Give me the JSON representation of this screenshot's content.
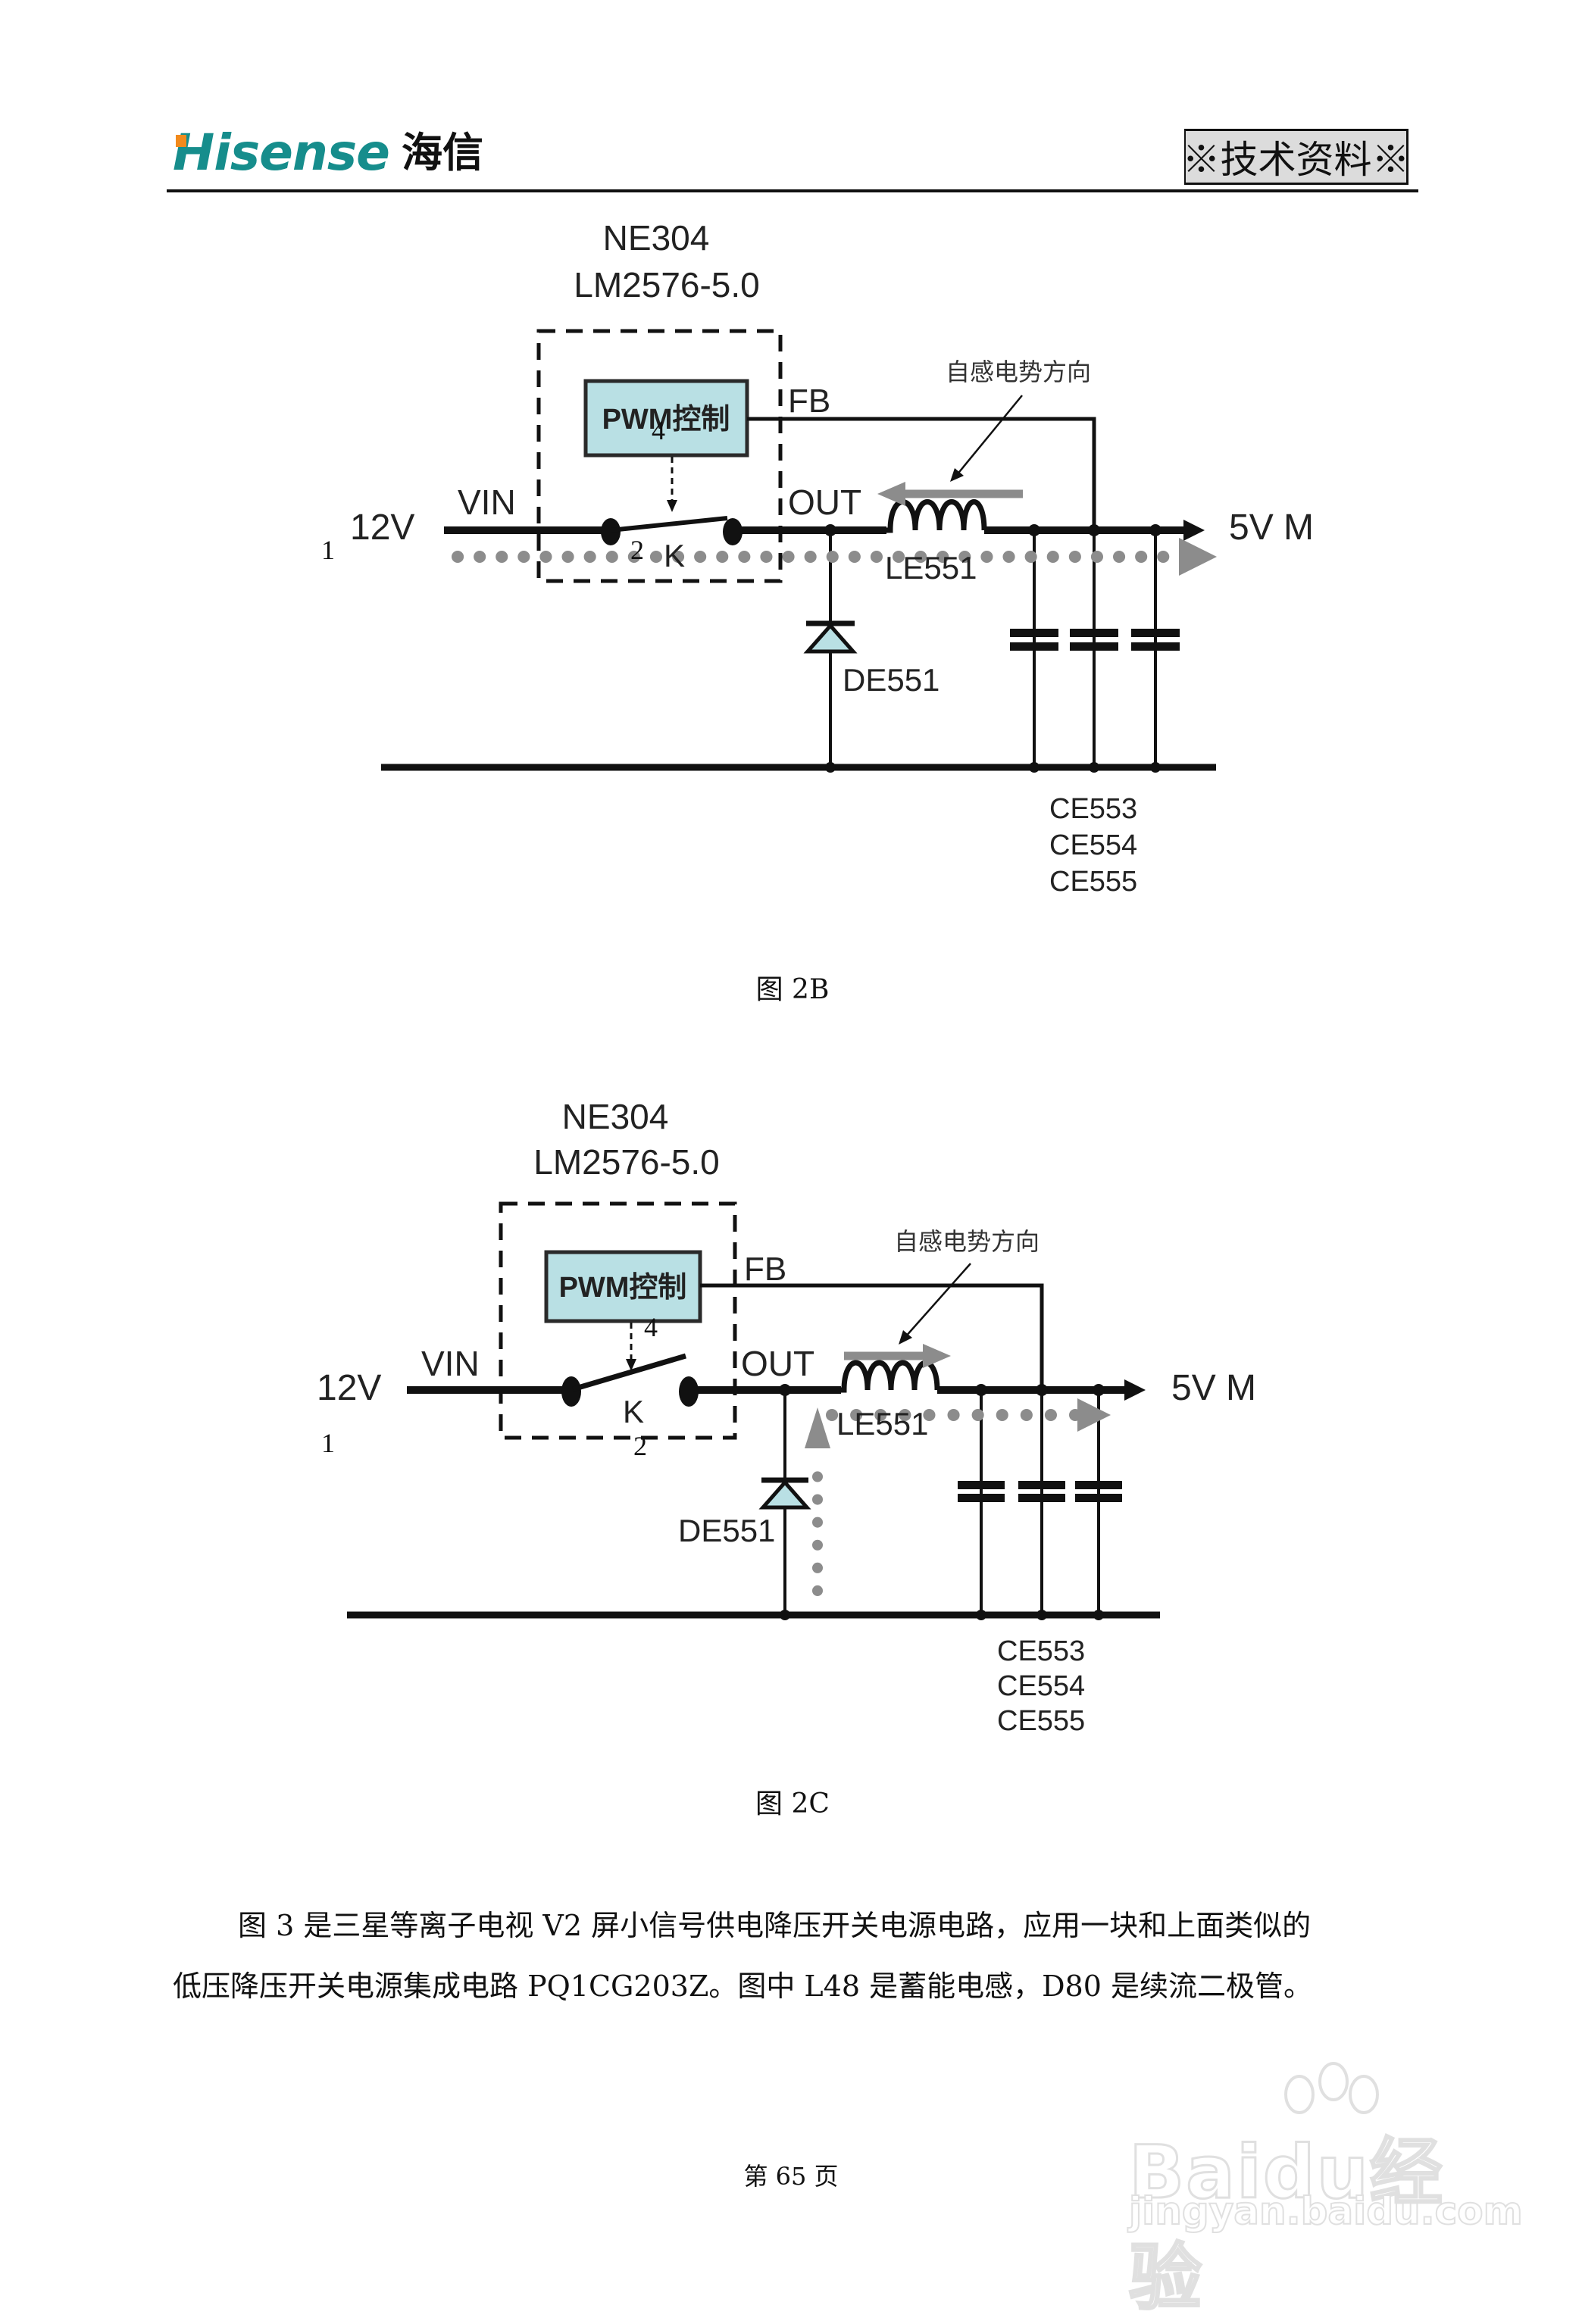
{
  "header": {
    "logo_en": "Hisense",
    "logo_cn": "海信",
    "badge": "※技术资料※",
    "colors": {
      "logo_teal": "#168d8c",
      "logo_orange": "#f28a1c",
      "badge_bg": "#dcdcdc"
    }
  },
  "figure_2b": {
    "chip_name": "NE304",
    "chip_model": "LM2576-5.0",
    "pwm_label": "PWM控制",
    "fb_label": "FB",
    "out_label": "OUT",
    "vin_label": "VIN",
    "input_voltage": "12V",
    "output_label": "5V M",
    "inductor": "LE551",
    "diode": "DE551",
    "switch_label": "K",
    "emf_direction": "自感电势方向",
    "pin_1": "1",
    "pin_2": "2",
    "pin_4": "4",
    "capacitors": [
      "CE553",
      "CE554",
      "CE555"
    ],
    "switch_state": "closed",
    "emf_arrow": "left",
    "caption": "图 2B"
  },
  "figure_2c": {
    "chip_name": "NE304",
    "chip_model": "LM2576-5.0",
    "pwm_label": "PWM控制",
    "fb_label": "FB",
    "out_label": "OUT",
    "vin_label": "VIN",
    "input_voltage": "12V",
    "output_label": "5V M",
    "inductor": "LE551",
    "diode": "DE551",
    "switch_label": "K",
    "emf_direction": "自感电势方向",
    "pin_1": "1",
    "pin_2": "2",
    "pin_4": "4",
    "capacitors": [
      "CE553",
      "CE554",
      "CE555"
    ],
    "switch_state": "open",
    "emf_arrow": "right",
    "caption": "图 2C"
  },
  "diagram_colors": {
    "pwm_fill": "#b9e0e4",
    "diode_fill": "#b9e0e4",
    "current_path": "#8c8c8c",
    "wire": "#111111"
  },
  "body": {
    "paragraph_line1": "图 3 是三星等离子电视 V2 屏小信号供电降压开关电源电路，应用一块和上面类似的",
    "paragraph_line2": "低压降压开关电源集成电路 PQ1CG203Z。图中 L48 是蓄能电感，D80 是续流二极管。"
  },
  "footer": {
    "page_number": "第 65 页"
  },
  "watermark": {
    "brand": "Baidu经验",
    "url": "jingyan.baidu.com"
  }
}
